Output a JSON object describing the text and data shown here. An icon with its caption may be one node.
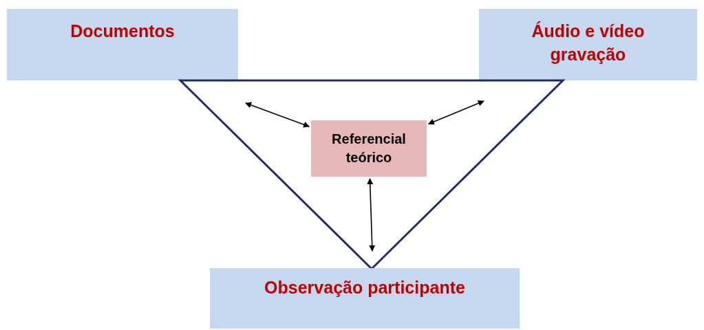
{
  "diagram": {
    "nodes": [
      {
        "text": [
          "Documentos"
        ]
      },
      {
        "text": [
          "Áudio e vídeo gravação"
        ]
      },
      {
        "text": [],
        "shape": "triangle"
      },
      {
        "text": [
          "Referencial teórico"
        ],
        "in": 2
      },
      {
        "text": [
          "Observação participante"
        ]
      }
    ],
    "edges": [
      {
        "from": 3,
        "to": null,
        "arrow": "both"
      },
      {
        "from": 3,
        "to": null,
        "arrow": "both"
      },
      {
        "from": 3,
        "to": null,
        "arrow": "both"
      }
    ]
  }
}
